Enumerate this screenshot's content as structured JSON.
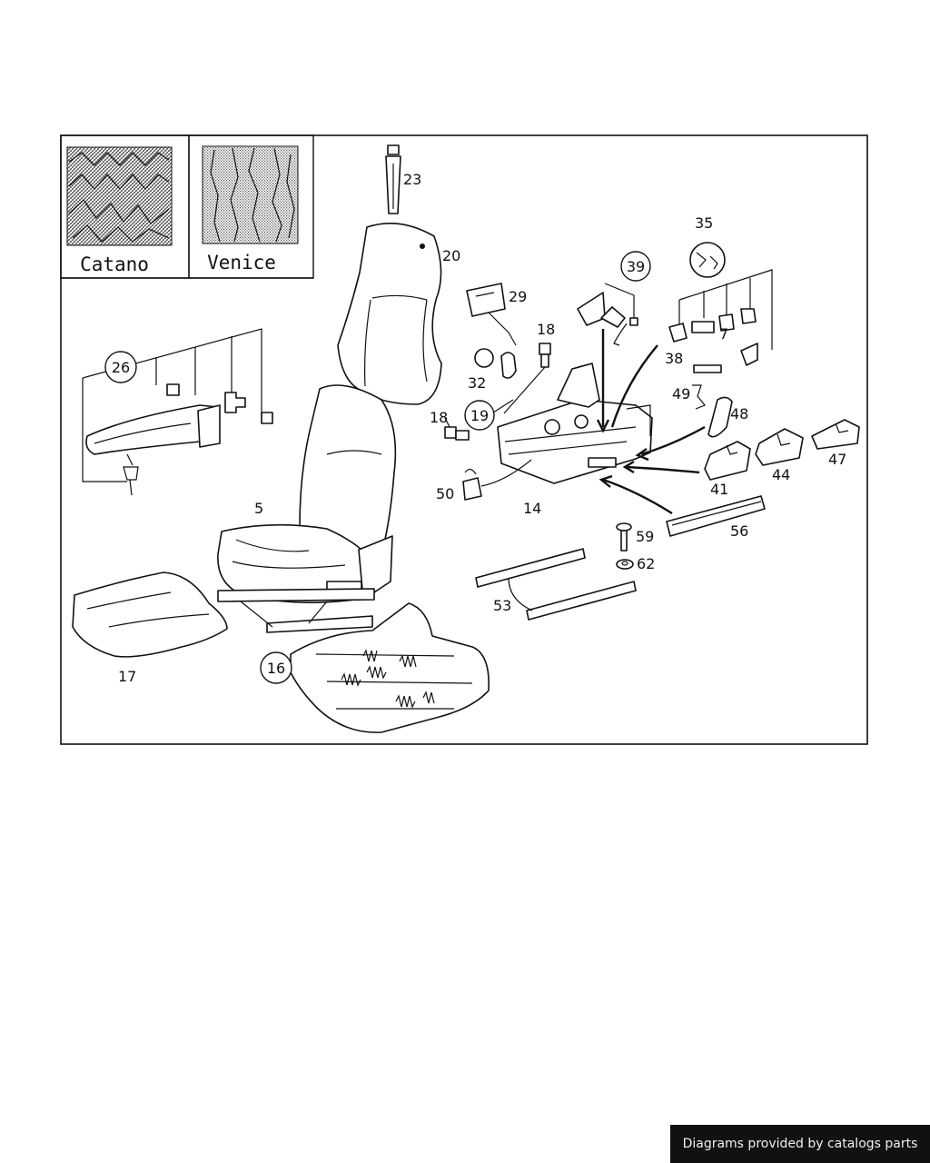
{
  "swatches": [
    {
      "name": "Catano"
    },
    {
      "name": "Venice"
    }
  ],
  "callouts": {
    "p5": "5",
    "p14": "14",
    "p16": "16",
    "p17": "17",
    "p18a": "18",
    "p18b": "18",
    "p19": "19",
    "p20": "20",
    "p23": "23",
    "p26": "26",
    "p29": "29",
    "p32": "32",
    "p35": "35",
    "p38": "38",
    "p39": "39",
    "p41": "41",
    "p44": "44",
    "p47": "47",
    "p48": "48",
    "p49": "49",
    "p50": "50",
    "p53": "53",
    "p56": "56",
    "p59": "59",
    "p62": "62",
    "p7": "7"
  },
  "credit": "Diagrams provided by catalogs parts"
}
